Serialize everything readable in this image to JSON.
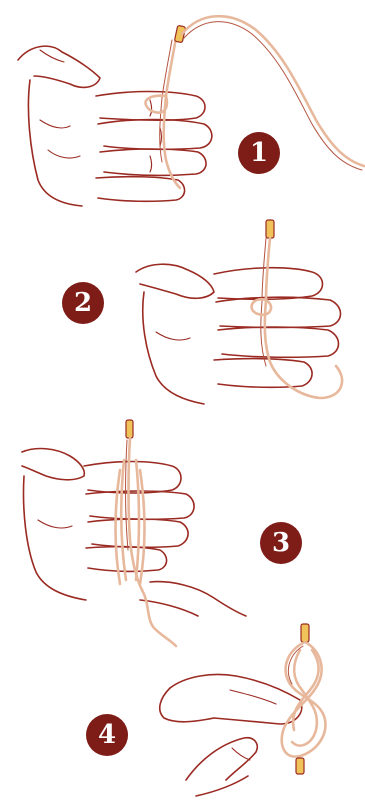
{
  "colors": {
    "badge": "#7e1c17",
    "ink": "#9a2a22",
    "cable": "#e7b89c",
    "plug": "#f0c35a"
  },
  "steps": [
    {
      "number": "1"
    },
    {
      "number": "2"
    },
    {
      "number": "3"
    },
    {
      "number": "4"
    }
  ]
}
